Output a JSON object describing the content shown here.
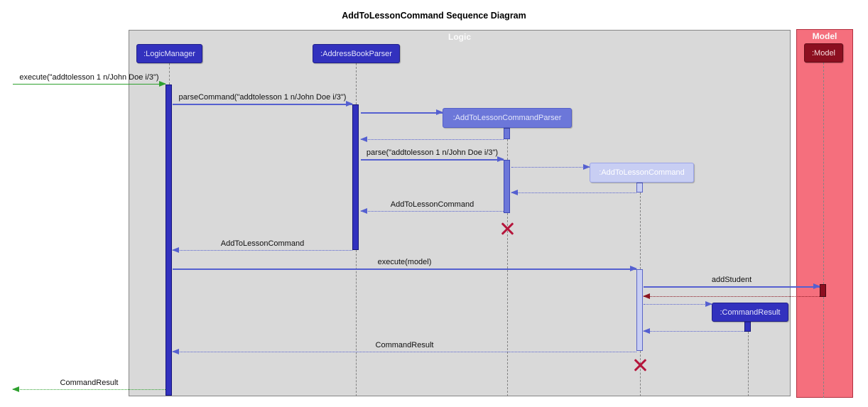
{
  "title": "AddToLessonCommand Sequence Diagram",
  "frames": {
    "logic": {
      "label": "Logic"
    },
    "model": {
      "label": "Model"
    }
  },
  "participants": {
    "logic_manager": {
      "label": ":LogicManager"
    },
    "address_book_parser": {
      "label": ":AddressBookParser"
    },
    "add_to_lesson_command_parser": {
      "label": ":AddToLessonCommandParser"
    },
    "add_to_lesson_command": {
      "label": ":AddToLessonCommand"
    },
    "command_result": {
      "label": ":CommandResult"
    },
    "model": {
      "label": ":Model"
    }
  },
  "messages": {
    "execute_external": "execute(\"addtolesson 1 n/John Doe i/3\")",
    "parse_command": "parseCommand(\"addtolesson 1 n/John Doe i/3\")",
    "parse": "parse(\"addtolesson 1 n/John Doe i/3\")",
    "return_command_to_parser": "AddToLessonCommand",
    "return_command_to_logic": "AddToLessonCommand",
    "execute_model": "execute(model)",
    "add_student": "addStudent",
    "return_result_to_logic": "CommandResult",
    "return_result_external": "CommandResult"
  },
  "colors": {
    "logic_frame_bg": "#D9D9D9",
    "logic_frame_border": "#868686",
    "model_frame_bg": "#F56F7D",
    "model_frame_border": "#B23040",
    "participant_dark_blue": "#3231BE",
    "participant_mid_blue": "#6C77D9",
    "participant_light_blue": "#C8CEF3",
    "participant_dark_red": "#8C0F20",
    "arrow_blue": "#5560D0",
    "arrow_green": "#2FA12F",
    "arrow_red": "#8B1521",
    "destroy_x": "#B5163C",
    "lifeline_gray": "#838383"
  }
}
